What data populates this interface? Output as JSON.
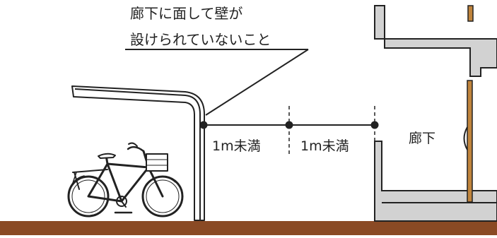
{
  "callout": {
    "line1": "廊下に面して壁が",
    "line2": "設けられていないこと"
  },
  "dimensions": {
    "segment1": "1m未満",
    "segment2": "1m未満"
  },
  "room": {
    "corridor_label": "廊下"
  },
  "colors": {
    "floor": "#8a4a24",
    "wall_gray": "#d2d2d2",
    "door_wood": "#c0843c",
    "line": "#222222"
  }
}
